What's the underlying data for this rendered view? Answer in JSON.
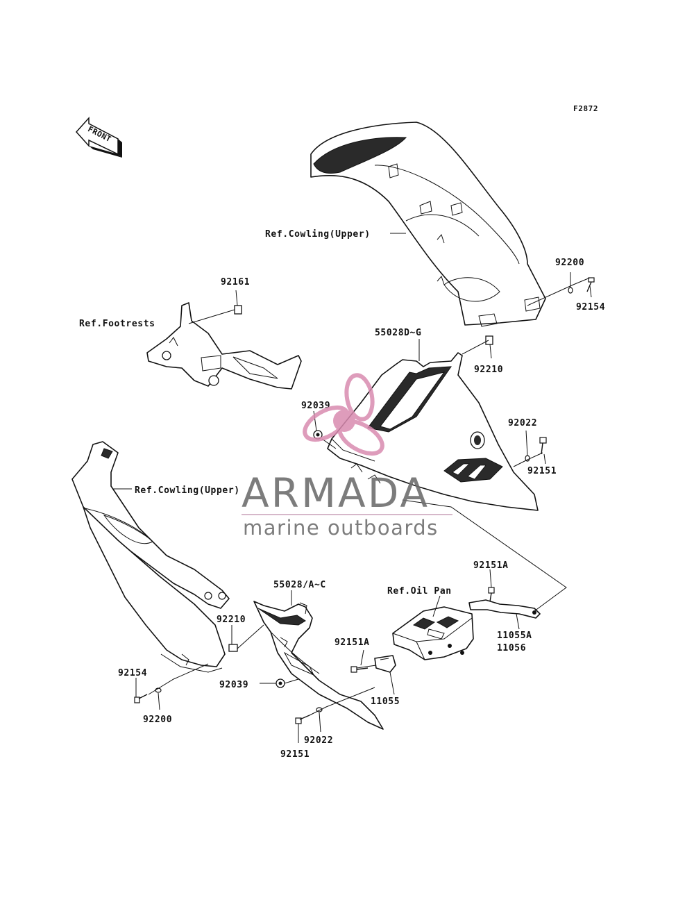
{
  "figure_code": "F2872",
  "front_arrow_label": "FRONT",
  "labels": {
    "ref_cowling_upper_top": "Ref.Cowling(Upper)",
    "ref_cowling_upper_left": "Ref.Cowling(Upper)",
    "ref_footrests": "Ref.Footrests",
    "ref_oil_pan": "Ref.Oil Pan",
    "p92161": "92161",
    "p92200_top": "92200",
    "p92154_top": "92154",
    "p55028dg": "55028D~G",
    "p92210_top": "92210",
    "p92039_top": "92039",
    "p92022_top": "92022",
    "p92151_top": "92151",
    "p92151a_top": "92151A",
    "p55028ac": "55028/A~C",
    "p92210_left": "92210",
    "p92154_left": "92154",
    "p92200_left": "92200",
    "p92039_bottom": "92039",
    "p92022_bottom": "92022",
    "p92151_bottom": "92151",
    "p92151a_mid": "92151A",
    "p11055": "11055",
    "p11055a": "11055A",
    "p11056": "11056"
  },
  "watermark": {
    "brand": "ARMADA",
    "tagline": "marine outboards",
    "colors": {
      "logo": "#d98bb0",
      "text": "#6e6e6e",
      "rule": "#c8a0b8"
    }
  }
}
